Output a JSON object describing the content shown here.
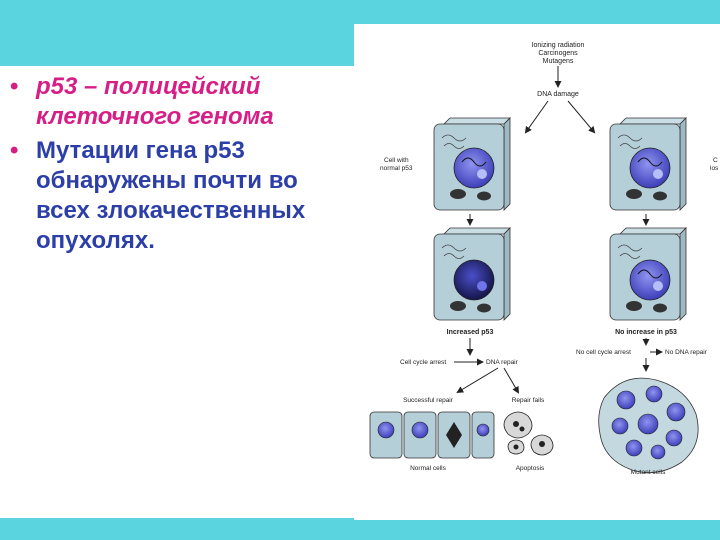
{
  "bullets": [
    {
      "text": "р53 – полицейский клеточного генома"
    },
    {
      "text": "Мутации гена р53 обнаружены почти во всех злокачественных опухолях."
    }
  ],
  "figure": {
    "top_causes": [
      "Ionizing radiation",
      "Carcinogens",
      "Mutagens"
    ],
    "dna_damage": "DNA damage",
    "cell_normal_label": [
      "Cell with",
      "normal p53"
    ],
    "cell_loss_label": [
      "C",
      "los"
    ],
    "increased_p53": "Increased p53",
    "no_increase_p53": "No increase in p53",
    "cell_cycle_arrest": "Cell cycle arrest",
    "dna_repair": "DNA repair",
    "no_cell_cycle_arrest": "No cell cycle arrest",
    "no_dna_repair": "No DNA repair",
    "successful_repair": "Successful repair",
    "repair_fails": "Repair fails",
    "normal_cells": "Normal cells",
    "apoptosis": "Apoptosis",
    "mutant_cells": "Mutant cells"
  }
}
